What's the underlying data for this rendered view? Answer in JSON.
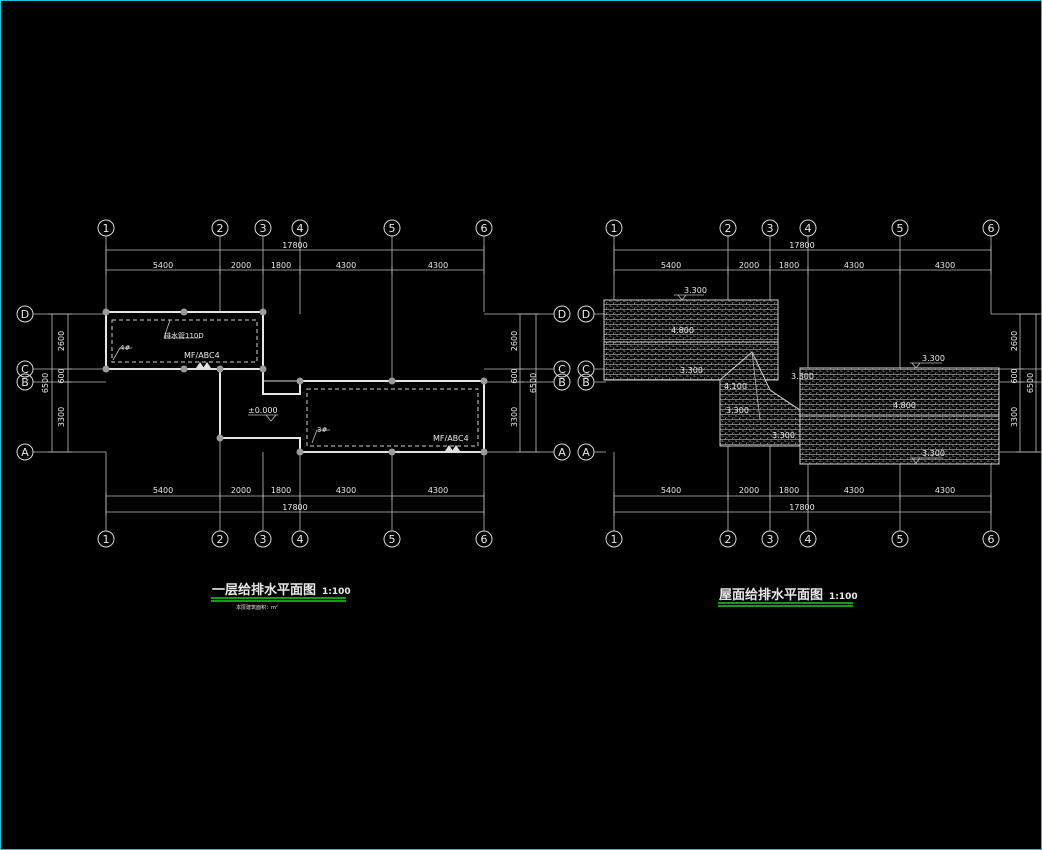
{
  "plan_left": {
    "title": "一层给排水平面图",
    "scale": "1:100",
    "note": "本层建筑面积：m²",
    "axes_x": [
      "1",
      "2",
      "3",
      "4",
      "5",
      "6"
    ],
    "axes_y": [
      "D",
      "C",
      "B",
      "A"
    ],
    "dims_top": [
      "5400",
      "2000",
      "1800",
      "4300",
      "4300"
    ],
    "dims_bottom": [
      "5400",
      "2000",
      "1800",
      "4300",
      "4300"
    ],
    "total_top": "17800",
    "total_bottom": "17800",
    "dims_side": [
      "2600",
      "600",
      "3300"
    ],
    "total_side": "6500",
    "labels": {
      "pipe": "排水管110D",
      "pipe_tag_1": "4#",
      "pipe_tag_2": "3#",
      "ext_1": "MF/ABC4",
      "ext_2": "MF/ABC4",
      "level": "±0.000"
    }
  },
  "plan_right": {
    "title": "屋面给排水平面图",
    "scale": "1:100",
    "axes_x": [
      "1",
      "2",
      "3",
      "4",
      "5",
      "6"
    ],
    "axes_y": [
      "D",
      "C",
      "B",
      "A"
    ],
    "dims_top": [
      "5400",
      "2000",
      "1800",
      "4300",
      "4300"
    ],
    "dims_bottom": [
      "5400",
      "2000",
      "1800",
      "4300",
      "4300"
    ],
    "total_top": "17800",
    "total_bottom": "17800",
    "dims_side": [
      "2600",
      "600",
      "3300"
    ],
    "total_side": "6500",
    "levels": [
      "3.300",
      "4.800",
      "3.300",
      "4.100",
      "3.300",
      "3.300",
      "3.300",
      "4.800",
      "3.300",
      "3.300"
    ]
  },
  "colors": {
    "border": "#16c8d8",
    "underline": "#19d219",
    "line": "#d8d8d8",
    "background": "#000000"
  }
}
